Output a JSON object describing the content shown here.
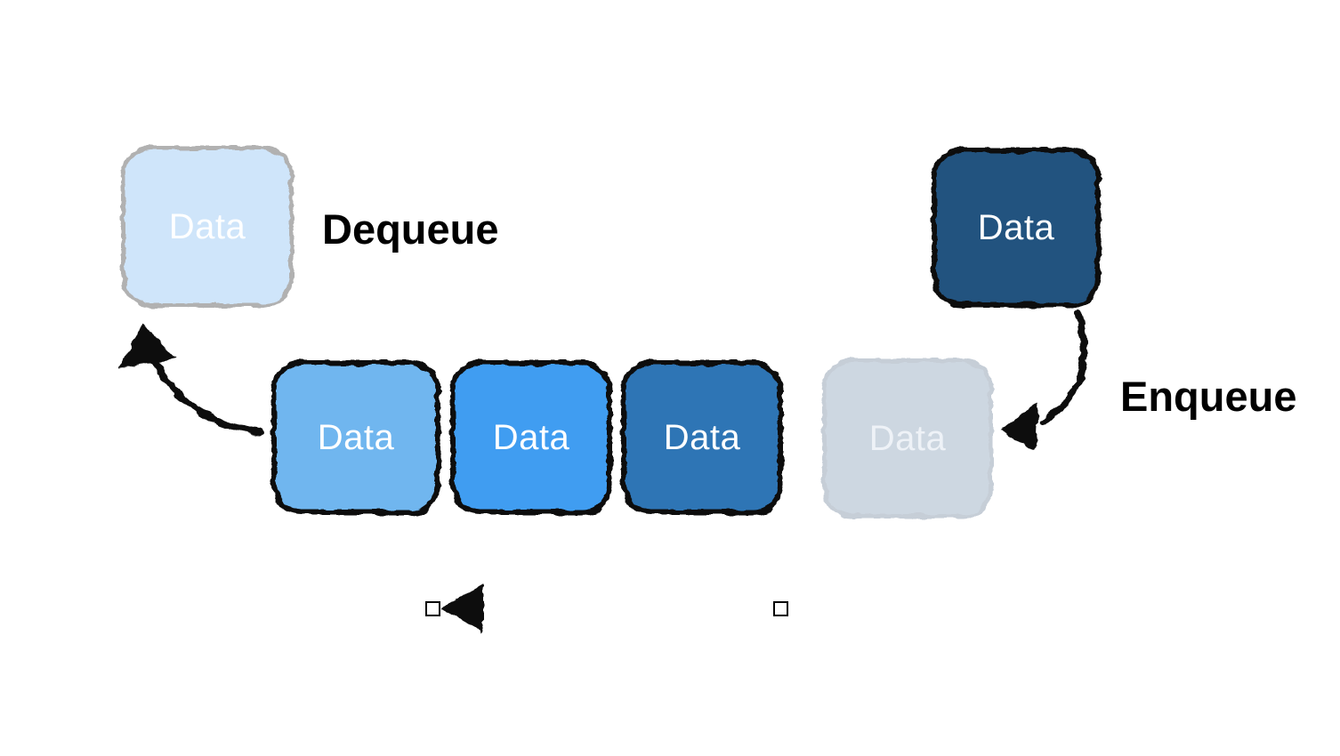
{
  "diagram": {
    "dequeue": {
      "box_label": "Data",
      "operation_label": "Dequeue",
      "box_color": "#cfe5fa",
      "box_border_color": "#b1b1b1"
    },
    "enqueue": {
      "box_label": "Data",
      "operation_label": "Enqueue",
      "box_color": "#24527f",
      "box_border_color": "#0d0d0d"
    },
    "queue": {
      "items": [
        {
          "label": "Data",
          "color": "#70b6ef"
        },
        {
          "label": "Data",
          "color": "#3f9df1"
        },
        {
          "label": "Data",
          "color": "#2f74b5"
        },
        {
          "label": "Data",
          "color": "#cdd7e1"
        }
      ],
      "rail_color": "#111111"
    },
    "arrows": {
      "stroke_color": "#111111",
      "selection_handle_fill": "#ffffff"
    }
  }
}
